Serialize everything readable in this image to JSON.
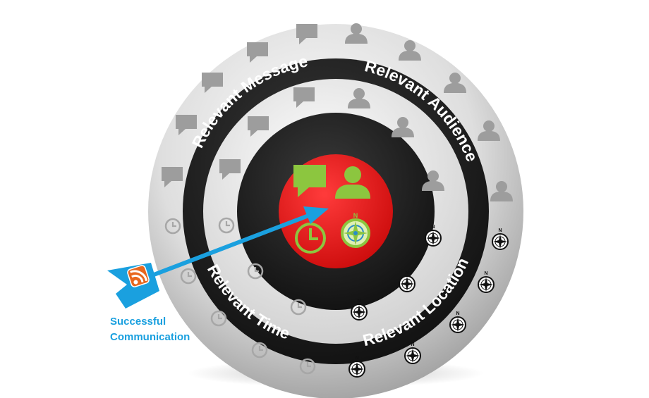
{
  "diagram": {
    "rings": {
      "message": "Relevant Message",
      "audience": "Relevant Audience",
      "time": "Relevant Time",
      "location": "Relevant Location"
    },
    "arrow_label": [
      "Successful",
      "Communication"
    ],
    "compass_letter": "N",
    "colors": {
      "outer_ring": "#dcdcdc",
      "dark_ring": "#1c1c1c",
      "light_ring": "#e6e6e6",
      "bullseye": "#ee1c1c",
      "icon_green": "#8cc63f",
      "arrow_blue": "#1aa0df",
      "rss_orange": "#e8671e",
      "gray_icon": "#a0a0a0"
    },
    "icons": [
      "speech-bubble-icon",
      "person-icon",
      "clock-icon",
      "compass-icon",
      "rss-icon"
    ]
  }
}
